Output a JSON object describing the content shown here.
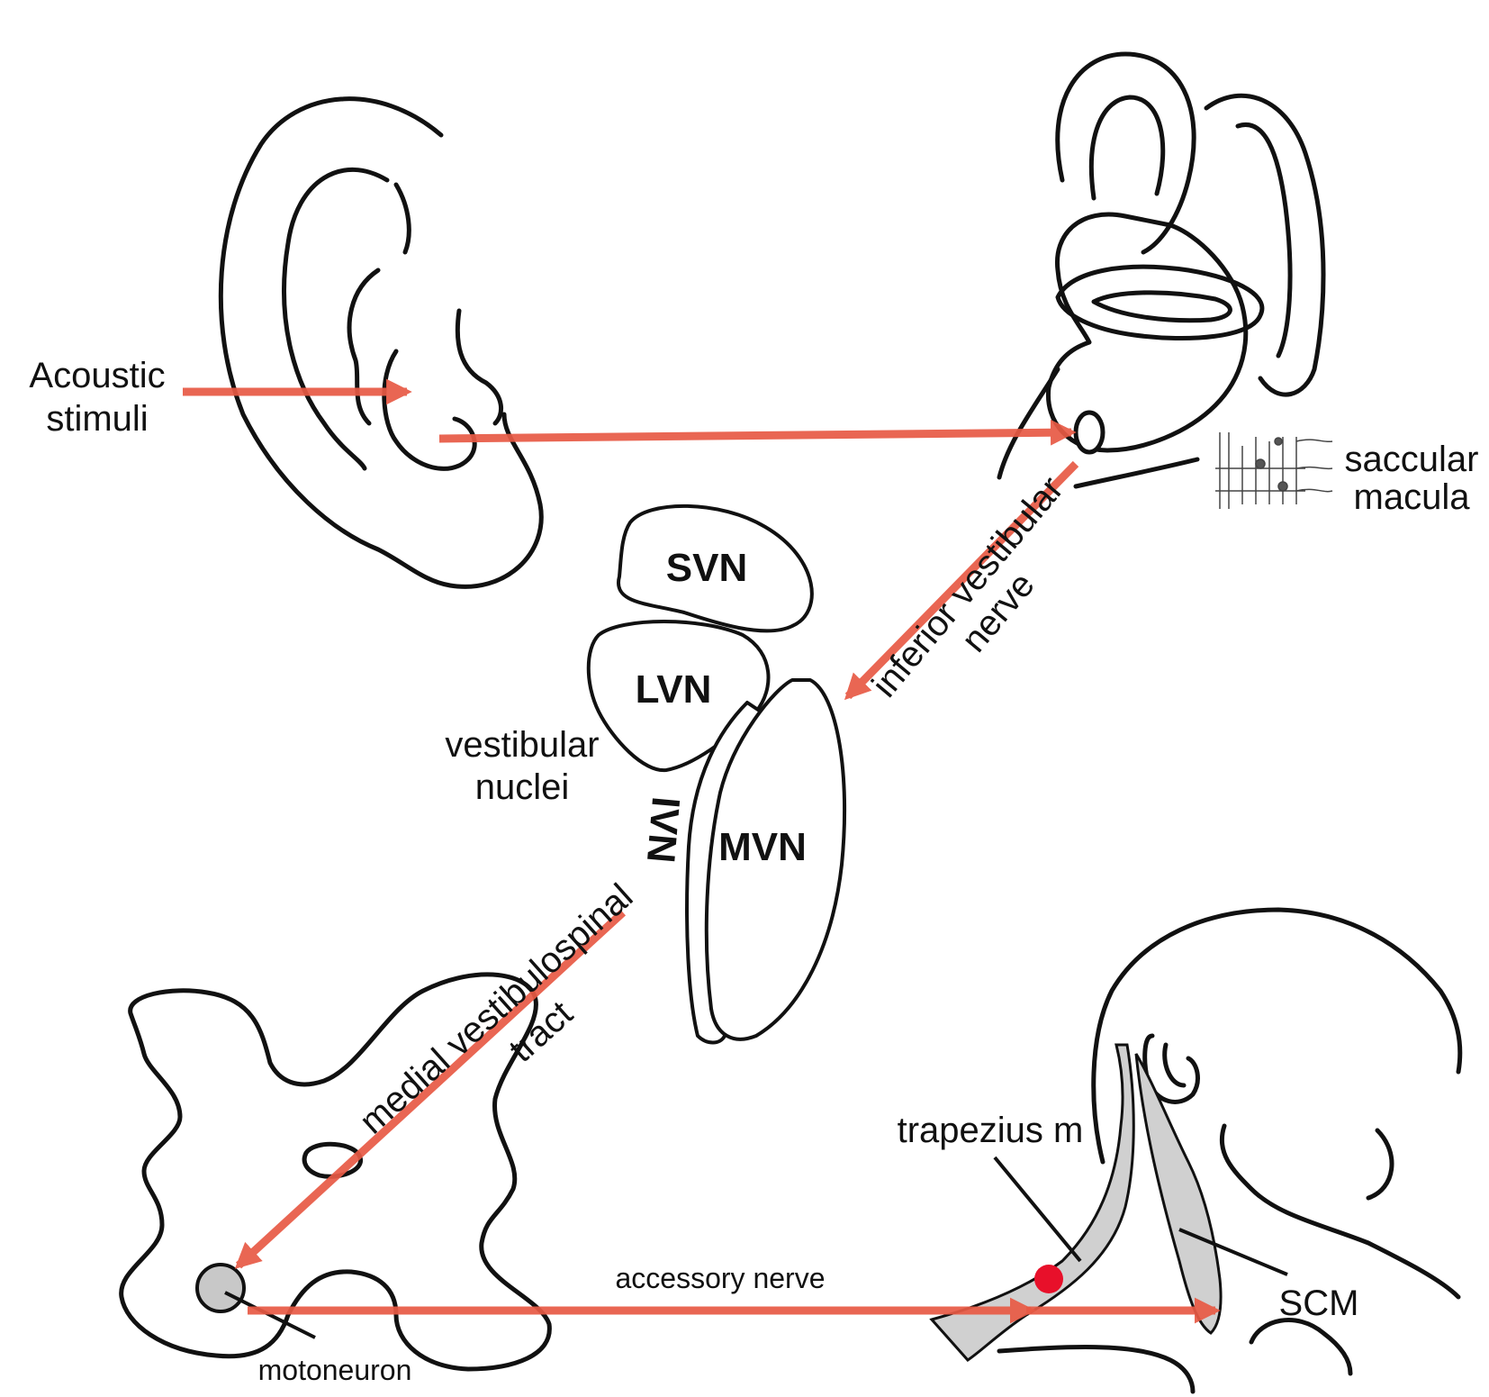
{
  "colors": {
    "pathway_arrow": "#e85a45",
    "outline": "#111111",
    "muscle_fill": "#d0d0d0",
    "stimulation_dot": "#e8102a",
    "motoneuron_fill": "#c8c8c8"
  },
  "labels": {
    "acoustic_line1": "Acoustic",
    "acoustic_line2": "stimuli",
    "saccular_line1": "saccular",
    "saccular_line2": "macula",
    "inferior_line1": "inferior vestibular",
    "inferior_line2": "nerve",
    "vestibular_line1": "vestibular",
    "vestibular_line2": "nuclei",
    "svn": "SVN",
    "lvn": "LVN",
    "ivn": "IVN",
    "mvn": "MVN",
    "tract_line1": "medial vestibulospinal",
    "tract_line2": "tract",
    "accessory_nerve": "accessory nerve",
    "motoneuron": "motoneuron",
    "trapezius": "trapezius m",
    "scm": "SCM"
  }
}
